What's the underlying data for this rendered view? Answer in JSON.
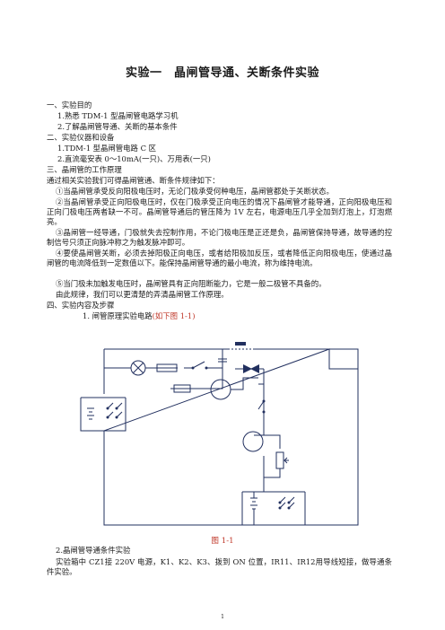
{
  "title": "实验一　晶闸管导通、关断条件实验",
  "sections": {
    "s1": {
      "heading": "一、实验目的",
      "items": [
        "1.熟悉 TDM-1 型晶闸管电路学习机",
        "2.了解晶闸管导通、关断的基本条件"
      ]
    },
    "s2": {
      "heading": "二、实验仪器和设备",
      "items": [
        "1.TDM-1 型晶闸管电路 C 区",
        "2.直流毫安表 0～10mA(一只)、万用表(一只)"
      ]
    },
    "s3": {
      "heading": "三、晶闸管的工作原理",
      "intro": "通过相关实验我们可得晶闸管通、断条件规律如下：",
      "p1": "①当晶闸管承受反向阳极电压时，无论门极承受何种电压，晶闸管都处于关断状态。",
      "p2": "②当晶闸管承受正向阳极电压时，仅在门极承受正向电压的情况下晶闸管才能导通，正向阳极电压和正向门极电压两者缺一不可。晶闸管导通后的管压降为 1V 左右，电源电压几乎全加到灯泡上，灯泡燃亮。",
      "p3": "③晶闸管一经导通，门极就失去控制作用，不论门极电压是正还是负，晶闸管保持导通，故导通的控制信号只须正向脉冲称之为触发脉冲即可。",
      "p4": "④要使晶闸管关断，必须去掉阳极正向电压，或者给阳极加反压，或者降低正向阳极电压，使通过晶闸管的电流降低到一定数值以下。能保持晶闸管导通的最小电流，称为维持电流。",
      "p5": "⑤当门极未加触发电压时，晶闸管具有正向阻断能力，它是一般二极管不具备的。",
      "p6": "由此规律，我们可以更清楚的弄清晶闸管工作原理。"
    },
    "s4": {
      "heading": "四、实验内容及步骤",
      "item1_prefix": "1. 闸管原理实验电路",
      "item1_ref": "(如下图 1-1)",
      "figure_caption": "图 1-1",
      "item2": "2.晶闸管导通条件实验",
      "p_last": "实验箱中 CZ1接 220V 电源，K1、K2、K3、拨到 ON 位置，IR11、IR12用导线短接，做导通条件实验。"
    }
  },
  "page_number": "1"
}
